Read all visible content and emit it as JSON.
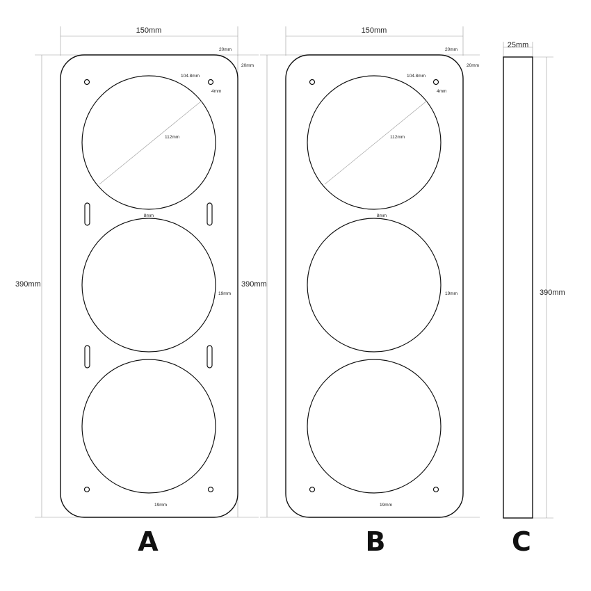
{
  "panel_a": {
    "label": "A",
    "width_dim": "150mm",
    "height_dim": "390mm",
    "corner_dim": "20mm",
    "edge_dim": "20mm",
    "hole_spacing_dim": "104.8mm",
    "hole_dia_dim": "4mm",
    "circle_dia_dim": "112mm",
    "gap_dim": "8mm",
    "side_margin_dim": "19mm",
    "bottom_margin_dim": "19mm"
  },
  "panel_b": {
    "label": "B",
    "width_dim": "150mm",
    "height_dim": "390mm",
    "corner_dim": "20mm",
    "edge_dim": "20mm",
    "hole_spacing_dim": "104.8mm",
    "hole_dia_dim": "4mm",
    "circle_dia_dim": "112mm",
    "gap_dim": "8mm",
    "side_margin_dim": "19mm",
    "bottom_margin_dim": "19mm"
  },
  "panel_c": {
    "label": "C",
    "width_dim": "25mm",
    "height_dim": "390mm"
  },
  "colors": {
    "outline": "#111111",
    "dimension_line": "#9a9a9a",
    "background": "#ffffff"
  }
}
